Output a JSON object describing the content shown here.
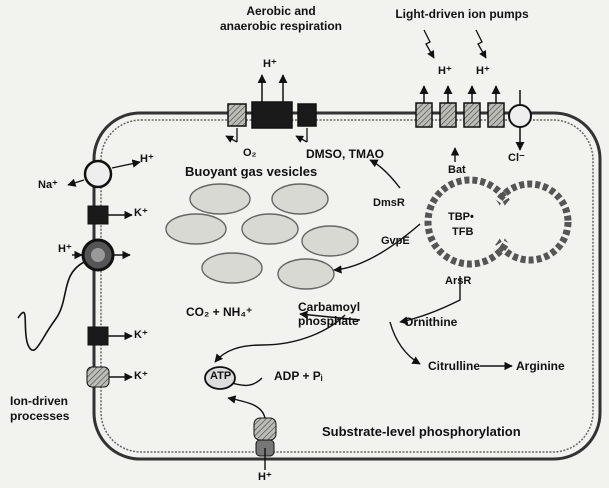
{
  "headers": {
    "respiration_line1": "Aerobic and",
    "respiration_line2": "anaerobic respiration",
    "ion_pumps": "Light-driven ion pumps"
  },
  "ions": {
    "h_top_resp": "H⁺",
    "h_pump_1": "H⁺",
    "h_pump_2": "H⁺",
    "h_left_top": "H⁺",
    "na": "Na⁺",
    "k_1": "K⁺",
    "h_left_mid": "H⁺",
    "k_2": "K⁺",
    "k_3": "K⁺",
    "cl": "Cl⁻",
    "h_bottom": "H⁺"
  },
  "substrates": {
    "o2": "O₂",
    "dmso_tmao": "DMSO, TMAO",
    "bat": "Bat",
    "dmsr": "DmsR",
    "gvpe": "GvpE",
    "arsr": "ArsR",
    "tbp_tfb_line1": "TBP•",
    "tbp_tfb_line2": "TFB"
  },
  "labels": {
    "buoyant": "Buoyant gas vesicles",
    "co2_nh4": "CO₂ + NH₄⁺",
    "carbamoyl_line1": "Carbamoyl",
    "carbamoyl_line2": "phosphate",
    "ornithine": "Ornithine",
    "citrulline": "Citrulline",
    "arginine": "Arginine",
    "adp_pi": "ADP + Pᵢ",
    "atp": "ATP",
    "ion_driven_line1": "Ion-driven",
    "ion_driven_line2": "processes",
    "substrate_level": "Substrate-level phosphorylation"
  },
  "colors": {
    "membrane": "#333333",
    "vesicle_fill": "#d9d9d3",
    "pump_fill": "#8a8a86",
    "resp_complex": "#1a1a1a",
    "background": "#f2f2ee"
  }
}
